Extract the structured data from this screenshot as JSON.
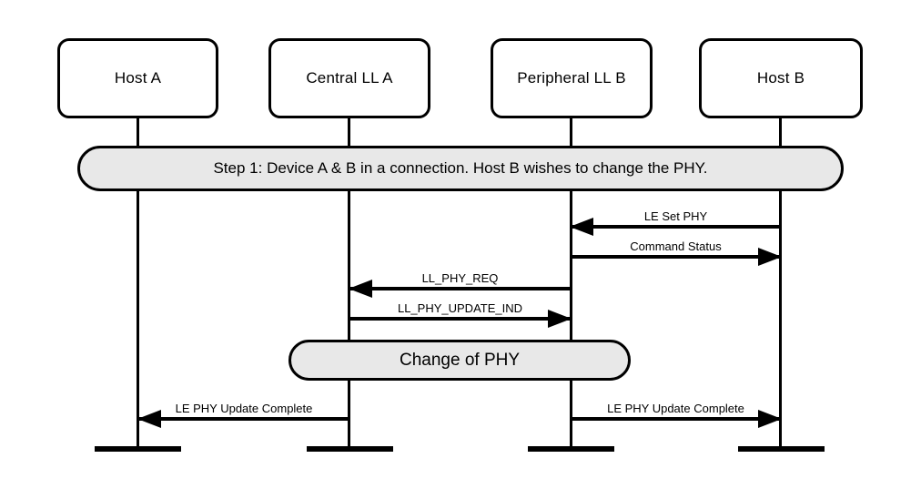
{
  "diagram": {
    "type": "sequence-diagram",
    "actors": [
      {
        "label": "Host A"
      },
      {
        "label": "Central LL A"
      },
      {
        "label": "Peripheral LL B"
      },
      {
        "label": "Host B"
      }
    ],
    "banners": [
      {
        "label": "Step 1: Device A & B in a connection. Host B wishes to change the PHY."
      },
      {
        "label": "Change of PHY"
      }
    ],
    "messages": [
      {
        "label": "LE Set PHY",
        "from": "Host B",
        "to": "Peripheral LL B",
        "direction": "left"
      },
      {
        "label": "Command Status",
        "from": "Peripheral LL B",
        "to": "Host B",
        "direction": "right"
      },
      {
        "label": "LL_PHY_REQ",
        "from": "Peripheral LL B",
        "to": "Central LL A",
        "direction": "left"
      },
      {
        "label": "LL_PHY_UPDATE_IND",
        "from": "Central LL A",
        "to": "Peripheral LL B",
        "direction": "right"
      },
      {
        "label": "LE PHY Update Complete",
        "from": "Central LL A",
        "to": "Host A",
        "direction": "left"
      },
      {
        "label": "LE PHY Update Complete",
        "from": "Peripheral LL B",
        "to": "Host B",
        "direction": "right"
      }
    ],
    "colors": {
      "line": "#000000",
      "banner_fill": "#e8e8e8",
      "background": "#ffffff"
    }
  }
}
